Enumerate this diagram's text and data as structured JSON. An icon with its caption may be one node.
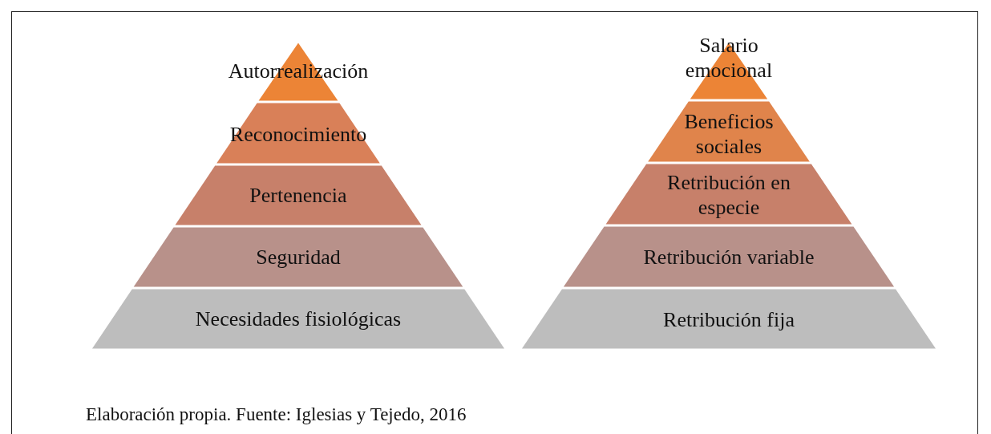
{
  "diagram": {
    "caption": "Elaboración propia. Fuente: Iglesias y Tejedo, 2016",
    "nodes": [
      {
        "text": [
          "Autorrealización"
        ]
      },
      {
        "text": [
          "Reconocimiento"
        ]
      },
      {
        "text": [
          "Pertenencia"
        ]
      },
      {
        "text": [
          "Seguridad"
        ]
      },
      {
        "text": [
          "Necesidades fisiológicas"
        ]
      },
      {
        "text": [
          "Salario emocional"
        ]
      },
      {
        "text": [
          "Beneficios sociales"
        ]
      },
      {
        "text": [
          "Retribución en especie"
        ]
      },
      {
        "text": [
          "Retribución variable"
        ]
      },
      {
        "text": [
          "Retribución fija"
        ]
      }
    ]
  }
}
